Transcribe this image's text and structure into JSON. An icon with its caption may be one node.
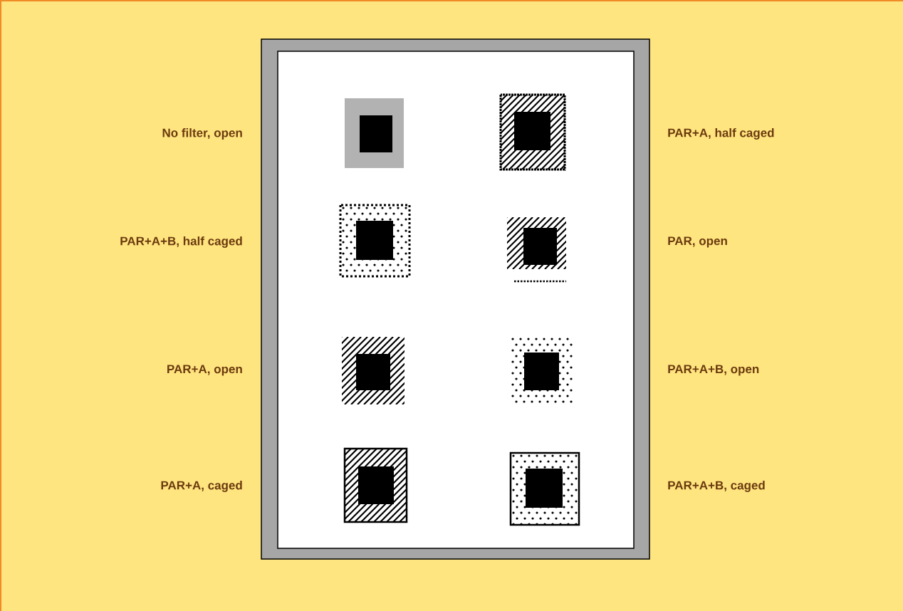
{
  "diagram": {
    "labels": [
      "No filter, open",
      "PAR+A, half caged",
      "PAR+A+B, half caged",
      "PAR, open",
      "PAR+A, open",
      "PAR+A+B, open",
      "PAR+A, caged",
      "PAR+A+B, caged"
    ]
  }
}
